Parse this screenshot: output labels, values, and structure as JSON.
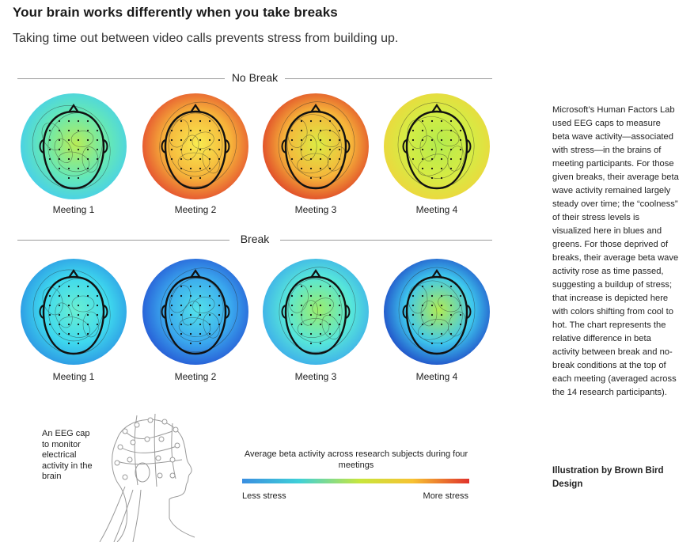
{
  "header": {
    "title": "Your brain works differently when you take breaks",
    "subtitle": "Taking time out between video calls prevents stress from building up."
  },
  "sections": [
    {
      "label": "No Break",
      "meetings": [
        {
          "label": "Meeting 1",
          "colors": [
            "#b8ec55",
            "#64e8b8",
            "#44ccf0"
          ]
        },
        {
          "label": "Meeting 2",
          "colors": [
            "#f8ec50",
            "#f6b23a",
            "#e2422e"
          ]
        },
        {
          "label": "Meeting 3",
          "colors": [
            "#dcec44",
            "#f6b43a",
            "#dc3826"
          ]
        },
        {
          "label": "Meeting 4",
          "colors": [
            "#b4ec4c",
            "#d6ec44",
            "#f0d43c"
          ]
        }
      ]
    },
    {
      "label": "Break",
      "meetings": [
        {
          "label": "Meeting 1",
          "colors": [
            "#6af0d2",
            "#3ed8ee",
            "#2a8ee2"
          ]
        },
        {
          "label": "Meeting 2",
          "colors": [
            "#54e2ea",
            "#3aa8ee",
            "#2450d2"
          ]
        },
        {
          "label": "Meeting 3",
          "colors": [
            "#9cee6c",
            "#56e6da",
            "#3aa6ec"
          ]
        },
        {
          "label": "Meeting 4",
          "colors": [
            "#b2ec52",
            "#3ec8ee",
            "#1c3cc2"
          ]
        }
      ]
    }
  ],
  "sidebar": {
    "description": "Microsoft’s Human Factors Lab used EEG caps to measure beta wave activity—associated with stress—in the brains of meeting participants. For those given breaks, their average beta wave activity remained largely steady over time; the “coolness” of their stress levels is visualized here in blues and greens. For those deprived of breaks, their average beta wave activity rose as time passed, suggesting a buildup of stress; that increase is depicted here with colors shifting from cool to hot. The chart represents the relative difference in beta activity between break and no-break conditions at the top of each meeting (averaged across the 14 research participants).",
    "credit": "Illustration by Brown Bird Design"
  },
  "cap_note": "An EEG cap to monitor electrical activity in the brain",
  "legend": {
    "title": "Average beta activity across research subjects during four meetings",
    "low_label": "Less stress",
    "high_label": "More stress"
  }
}
